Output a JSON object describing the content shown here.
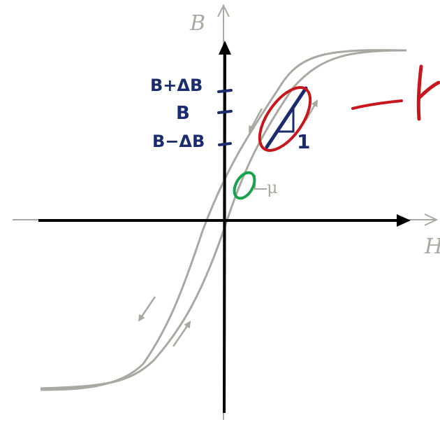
{
  "axes": {
    "y_label": "B",
    "x_label": "H"
  },
  "minor_loop": {
    "slope_label": "μ"
  },
  "annotations": {
    "b_plus": "B+ΔB",
    "b_mid": "B",
    "b_minus": "B−ΔB",
    "ratio_number": "1",
    "edge_glyph": "H"
  },
  "colors": {
    "printed_gray": "#a9a9a2",
    "ink_black": "#000000",
    "ink_blue": "#1a2c6e",
    "ink_red": "#c8161d",
    "ink_green": "#17a34a"
  }
}
